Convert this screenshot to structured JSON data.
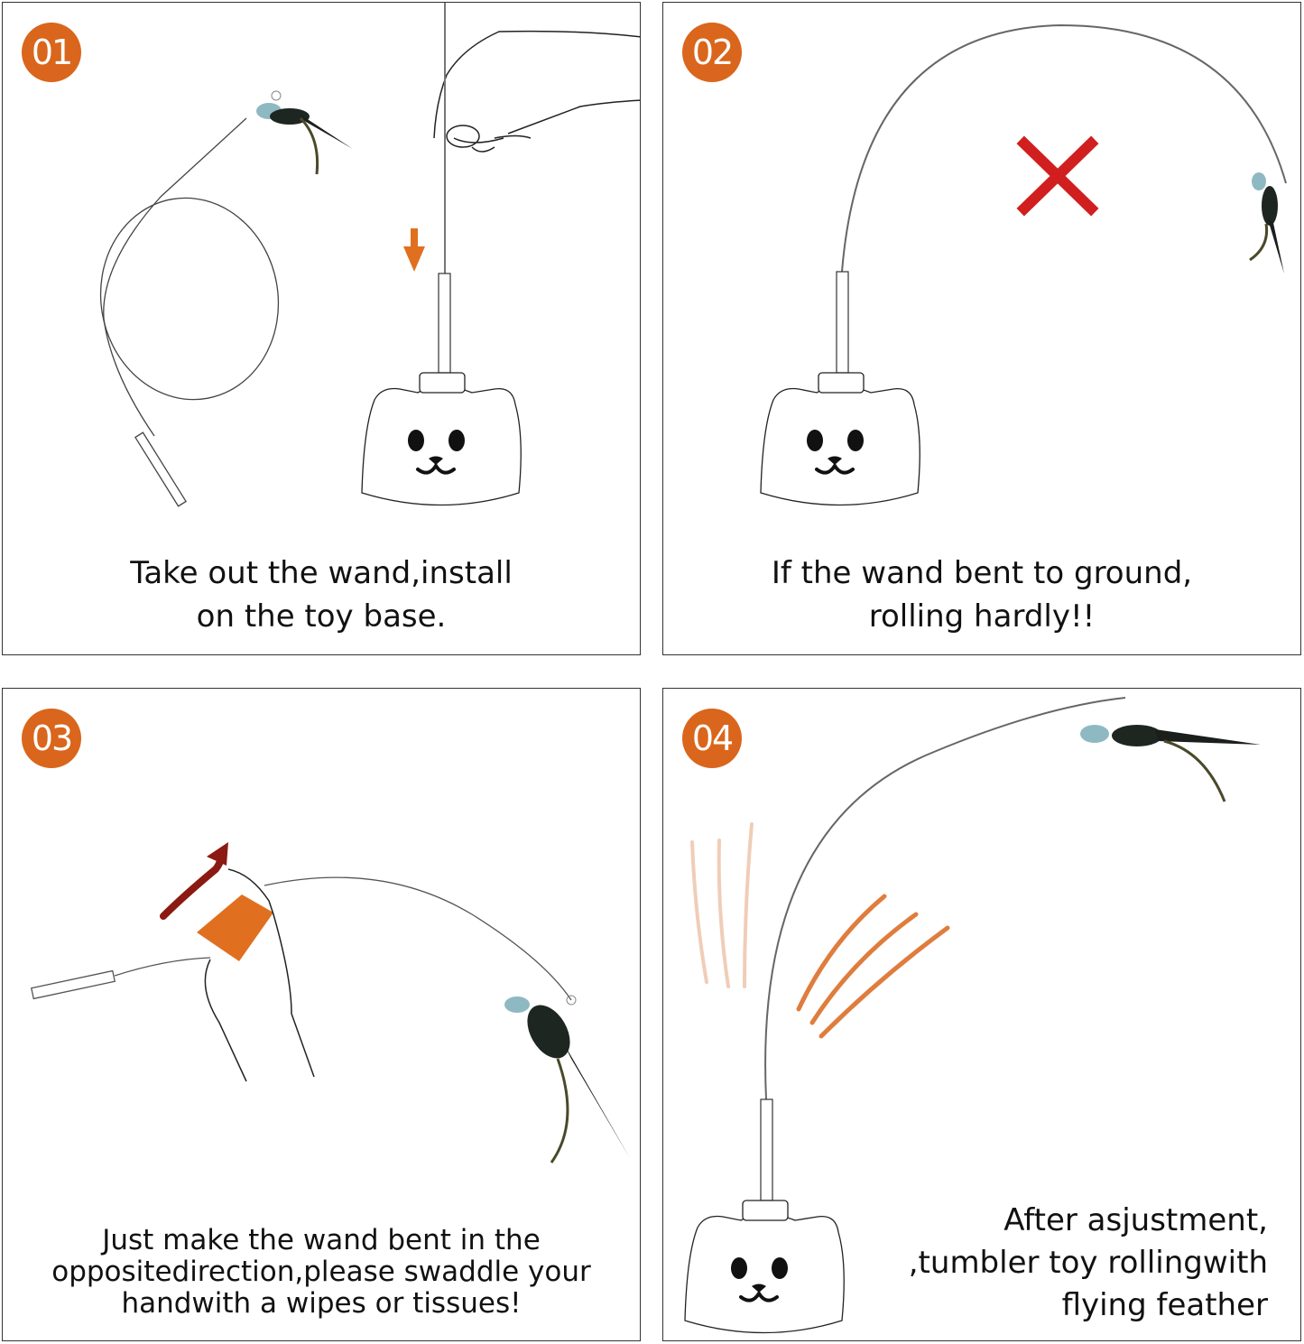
{
  "colors": {
    "badge": "#d9661c",
    "accent_orange": "#e07020",
    "cross_red": "#d11f1f",
    "arrow_dark_red": "#8b1a12",
    "border": "#333333"
  },
  "steps": [
    {
      "number": "01",
      "caption_lines": [
        "Take out the wand,install",
        "on the toy base."
      ],
      "icons": [
        "bird-feather-icon",
        "coiled-wand-icon",
        "hand-icon",
        "down-arrow-icon",
        "cat-base-icon"
      ]
    },
    {
      "number": "02",
      "caption_lines": [
        "If the wand bent to ground,",
        "rolling hardly!!"
      ],
      "icons": [
        "bent-wand-icon",
        "red-x-icon",
        "bird-feather-icon",
        "cat-base-icon"
      ]
    },
    {
      "number": "03",
      "caption_lines": [
        "Just make the wand bent in the",
        "oppositedirection,please swaddle your",
        "handwith a wipes or tissues!"
      ],
      "icons": [
        "curved-arrow-icon",
        "hand-with-tissue-icon",
        "wand-icon",
        "bird-feather-icon"
      ]
    },
    {
      "number": "04",
      "caption_lines": [
        "After asjustment,",
        ",tumbler toy rollingwith",
        "flying feather"
      ],
      "icons": [
        "arched-wand-icon",
        "bird-feather-icon",
        "motion-lines-icon",
        "cat-base-icon"
      ]
    }
  ]
}
